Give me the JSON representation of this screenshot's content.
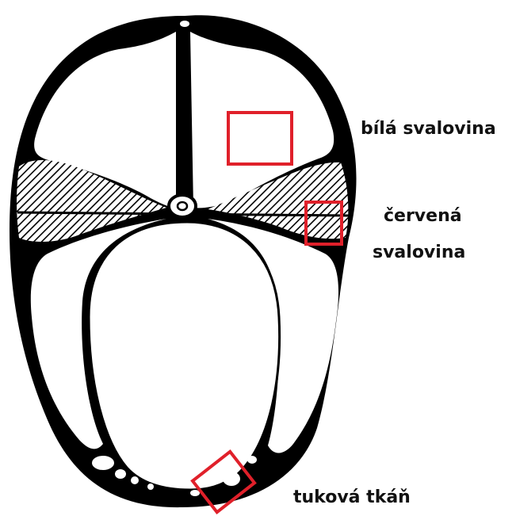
{
  "labels": {
    "white_muscle": "bílá svalovina",
    "red_muscle_line1": "červená",
    "red_muscle_line2": "svalovina",
    "fat_tissue": "tuková tkáň"
  },
  "colors": {
    "outline": "#000000",
    "highlight_box": "#e0202a",
    "background": "#ffffff"
  }
}
